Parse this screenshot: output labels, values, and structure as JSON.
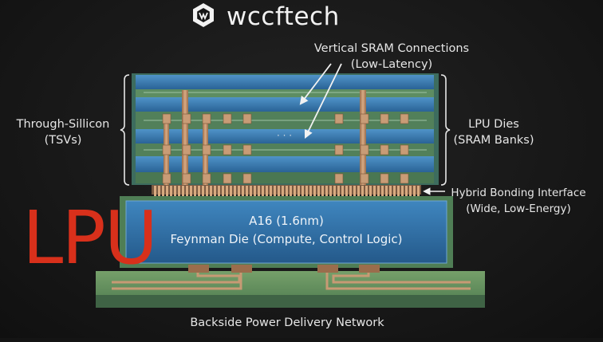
{
  "brand": {
    "name": "wccftech",
    "logo_icon": "wccftech-hex-logo-icon"
  },
  "labels": {
    "vertical_sram_line1": "Vertical SRAM Connections",
    "vertical_sram_line2": "(Low-Latency)",
    "through_silicon_line1": "Through-Sillicon",
    "through_silicon_line2": "(TSVs)",
    "lpu_dies_line1": "LPU Dies",
    "lpu_dies_line2": "(SRAM Banks)",
    "hybrid_line1": "Hybrid Bonding Interface",
    "hybrid_line2": "(Wide, Low-Energy)",
    "ellipsis": "· · ·",
    "backside_power": "Backside Power Delivery Network"
  },
  "die": {
    "line1": "A16 (1.6nm)",
    "line2": "Feynman Die (Compute, Control Logic)"
  },
  "overlay": {
    "lpu": "LPU"
  },
  "colors": {
    "background": "#161616",
    "die_blue": "#2e6fa4",
    "die_blue_light": "#4a8cc0",
    "substrate_green": "#5c8a5a",
    "substrate_green_dark": "#3e6a44",
    "copper": "#b98a64",
    "lpu_red": "#d8301b"
  }
}
